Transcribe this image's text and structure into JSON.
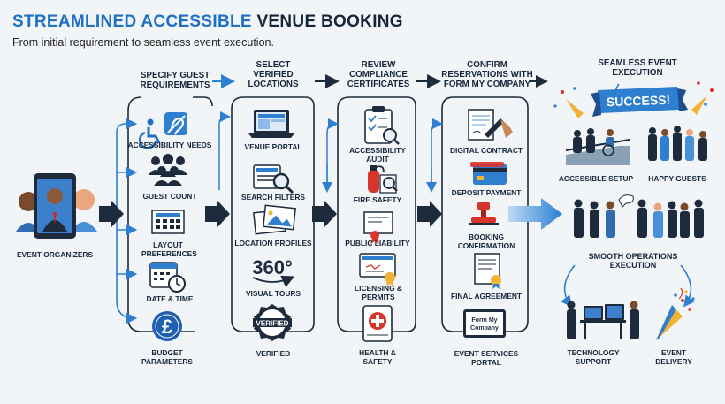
{
  "title": {
    "accent": "STREAMLINED ACCESSIBLE",
    "rest": "VENUE BOOKING"
  },
  "subtitle": "From initial requirement to seamless event execution.",
  "organizers": {
    "label": "EVENT ORGANIZERS"
  },
  "columns": [
    {
      "header": "SPECIFY GUEST REQUIREMENTS",
      "items": [
        {
          "label": "ACCESSIBILITY NEEDS",
          "icon": "accessibility-icon"
        },
        {
          "label": "GUEST COUNT",
          "icon": "people-group-icon"
        },
        {
          "label": "LAYOUT PREFERENCES",
          "icon": "layout-grid-icon"
        },
        {
          "label": "DATE & TIME",
          "icon": "calendar-clock-icon"
        },
        {
          "label": "BUDGET PARAMETERS",
          "icon": "pound-coin-icon"
        }
      ]
    },
    {
      "header": "SELECT VERIFIED LOCATIONS",
      "items": [
        {
          "label": "VENUE PORTAL",
          "icon": "laptop-icon"
        },
        {
          "label": "SEARCH FILTERS",
          "icon": "search-filter-icon"
        },
        {
          "label": "LOCATION PROFILES",
          "icon": "photo-icon"
        },
        {
          "label": "VISUAL TOURS",
          "icon": "360-icon"
        },
        {
          "label": "VERIFIED",
          "icon": "verified-badge-icon"
        }
      ]
    },
    {
      "header": "REVIEW COMPLIANCE CERTIFICATES",
      "items": [
        {
          "label": "ACCESSIBILITY AUDIT",
          "icon": "clipboard-check-icon"
        },
        {
          "label": "FIRE SAFETY",
          "icon": "fire-extinguisher-icon"
        },
        {
          "label": "PUBLIC LIABILITY",
          "icon": "certificate-icon"
        },
        {
          "label": "LICENSING & PERMITS",
          "icon": "license-icon"
        },
        {
          "label": "HEALTH & SAFETY",
          "icon": "first-aid-icon"
        }
      ]
    },
    {
      "header": "CONFIRM RESERVATIONS WITH FORM MY COMPANY",
      "items": [
        {
          "label": "DIGITAL CONTRACT",
          "icon": "contract-pen-icon"
        },
        {
          "label": "DEPOSIT PAYMENT",
          "icon": "credit-card-icon"
        },
        {
          "label": "BOOKING CONFIRMATION",
          "icon": "stamp-icon"
        },
        {
          "label": "FINAL AGREEMENT",
          "icon": "agreement-doc-icon"
        },
        {
          "label": "EVENT SERVICES PORTAL",
          "icon": "portal-screen-icon"
        }
      ],
      "portal_text": "Form My Company"
    }
  ],
  "execution": {
    "header": "SEAMLESS EVENT EXECUTION",
    "banner": "SUCCESS!",
    "accessible_setup": "ACCESSIBLE SETUP",
    "happy_guests": "HAPPY GUESTS",
    "smooth_operations": "SMOOTH OPERATIONS EXECUTION",
    "technology_support": "TECHNOLOGY SUPPORT",
    "event_delivery": "EVENT DELIVERY"
  },
  "icons": {
    "three_sixty": "360°",
    "verified_badge": "VERIFIED",
    "pound": "£"
  },
  "colors": {
    "accent": "#1f6fc4",
    "navy": "#1d2b3d",
    "red": "#d9342b"
  }
}
